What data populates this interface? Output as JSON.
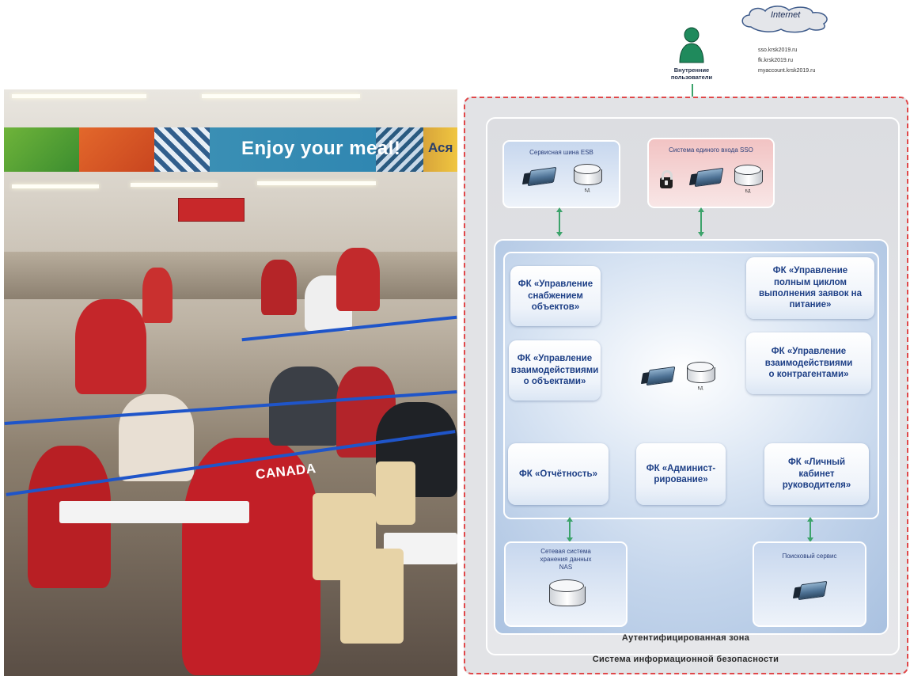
{
  "photo": {
    "banner_text": "Enjoy your meal!",
    "banner_text_right": "Ася",
    "jacket_text": "CANADA"
  },
  "diagram": {
    "cloud_label": "Internet",
    "user_label": "Внутренние\nпользователи",
    "urls": [
      "sso.krsk2019.ru",
      "fk.krsk2019.ru",
      "myaccount.krsk2019.ru"
    ],
    "esb": {
      "title": "Сервисная шина ESB",
      "db_caption": "БД"
    },
    "sso": {
      "title": "Система единого входа SSO",
      "db_caption": "БД"
    },
    "fk_modules": [
      "ФК «Управление\nснабжением\nобъектов»",
      "ФК «Управление\nполным циклом\nвыполнения заявок на\nпитание»",
      "ФК «Управление\nвзаимодействиями\nо объектами»",
      "ФК «Управление\nвзаимодействиями\nо контрагентами»",
      "ФК «Отчётность»",
      "ФК «Админист-\nрирование»",
      "ФК «Личный\nкабинет\nруководителя»"
    ],
    "core_db_caption": "БД",
    "nas": {
      "title": "Сетевая система\nхранения данных\nNAS"
    },
    "search": {
      "title": "Поисковый сервис"
    },
    "auth_zone_label": "Аутентифицированная зона",
    "security_label": "Система информационной безопасности"
  },
  "colors": {
    "fk_text": "#1d3f86",
    "connector": "#3ca36b",
    "security_border": "#e0484a"
  }
}
